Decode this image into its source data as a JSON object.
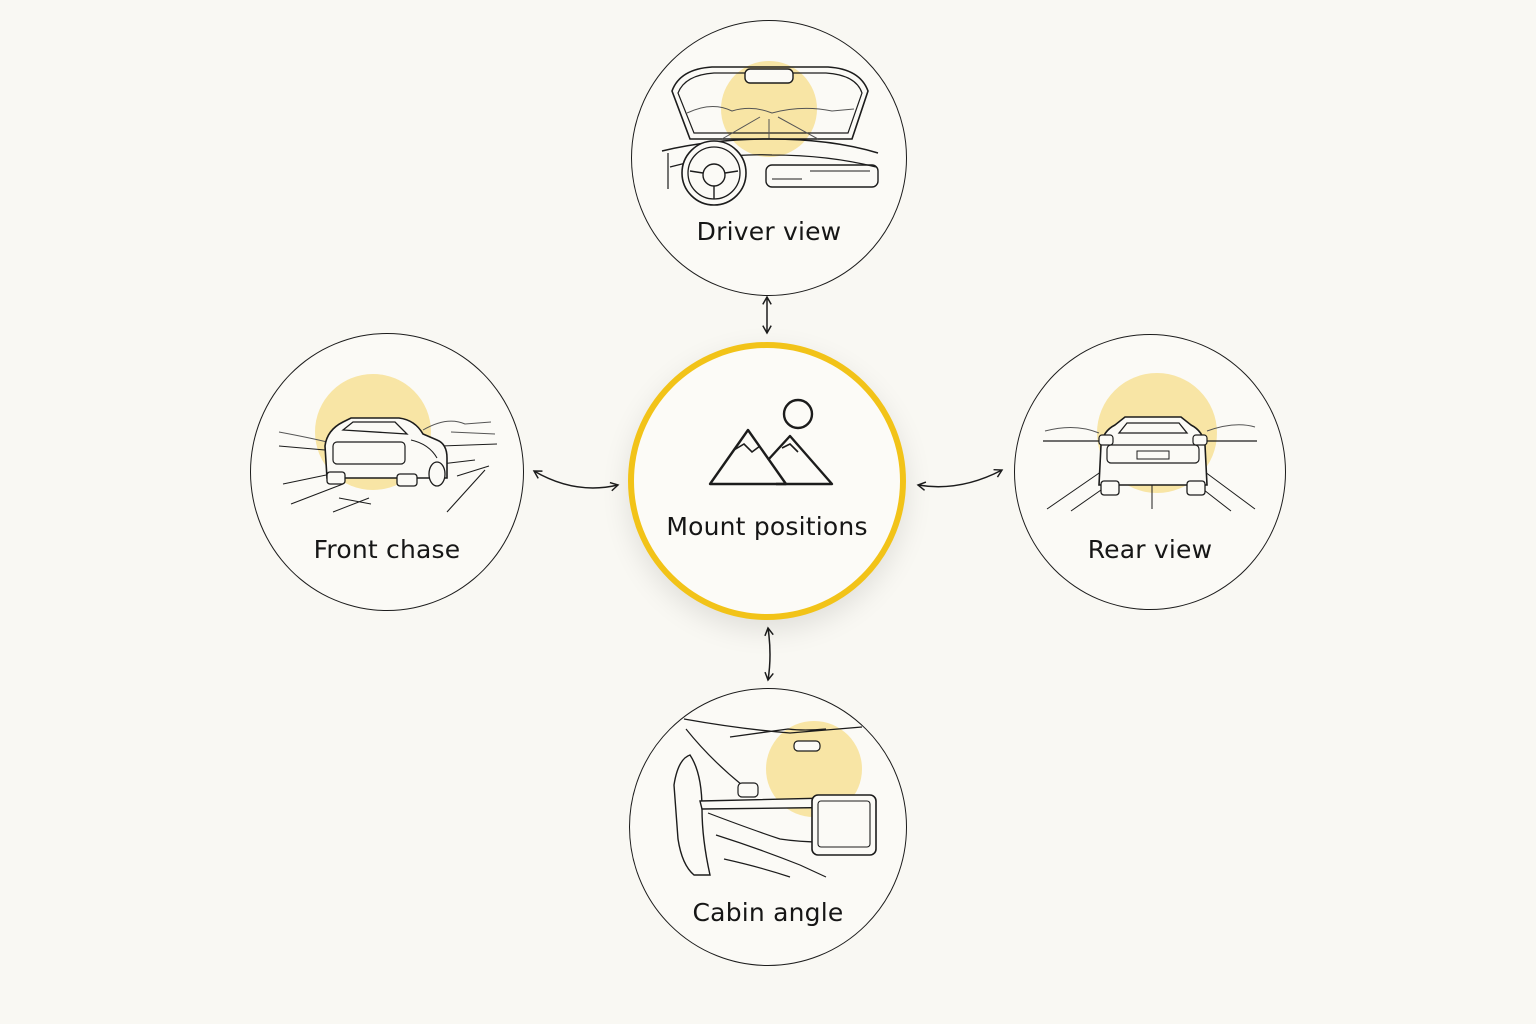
{
  "diagram": {
    "center": {
      "label": "Mount positions",
      "icon": "mountain-image-icon"
    },
    "nodes": [
      {
        "id": "driver",
        "label": "Driver view",
        "icon": "windshield-dashboard-icon"
      },
      {
        "id": "front",
        "label": "Front chase",
        "icon": "car-rear-on-road-icon"
      },
      {
        "id": "rear",
        "label": "Rear view",
        "icon": "car-rear-centered-icon"
      },
      {
        "id": "cabin",
        "label": "Cabin angle",
        "icon": "car-interior-icon"
      }
    ]
  },
  "colors": {
    "accent": "#f2c318",
    "sun": "#f7dd8a",
    "line": "#1c1c1c",
    "background": "#f9f8f3"
  }
}
